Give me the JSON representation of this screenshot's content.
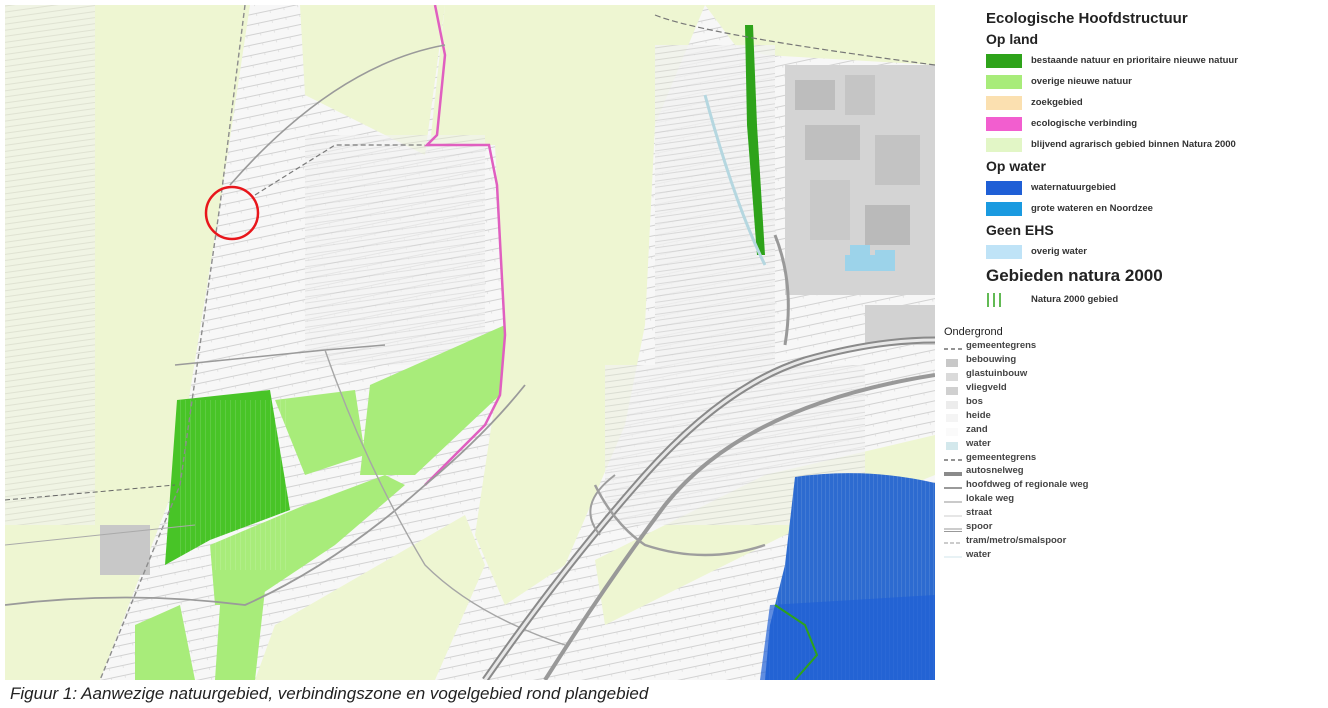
{
  "legend": {
    "title": "Ecologische Hoofdstructuur",
    "sections": [
      {
        "heading": "Op land",
        "items": [
          {
            "label": "bestaande natuur en prioritaire nieuwe natuur",
            "color": "#2ea31a"
          },
          {
            "label": "overige nieuwe natuur",
            "color": "#a8ec7a"
          },
          {
            "label": "zoekgebied",
            "color": "#fbe0b0"
          },
          {
            "label": "ecologische verbinding",
            "color": "#f25ecf"
          },
          {
            "label": "blijvend agrarisch gebied binnen Natura 2000",
            "color": "#e2f6c6"
          }
        ]
      },
      {
        "heading": "Op water",
        "items": [
          {
            "label": "waternatuurgebied",
            "color": "#1f5fd6"
          },
          {
            "label": "grote wateren en Noordzee",
            "color": "#1a9ae0"
          }
        ]
      },
      {
        "heading": "Geen EHS",
        "items": [
          {
            "label": "overig water",
            "color": "#bfe3f7"
          }
        ]
      }
    ],
    "natura_heading": "Gebieden natura 2000",
    "natura_item": {
      "label": "Natura 2000 gebied",
      "color": "#2ea31a"
    },
    "ondergrond_heading": "Ondergrond",
    "ondergrond_items": [
      {
        "label": "gemeentegrens",
        "kind": "dash",
        "color": "#555555"
      },
      {
        "label": "bebouwing",
        "kind": "box",
        "color": "#c8c8c8"
      },
      {
        "label": "glastuinbouw",
        "kind": "box",
        "color": "#dadada"
      },
      {
        "label": "vliegveld",
        "kind": "box",
        "color": "#d0d0d0"
      },
      {
        "label": "bos",
        "kind": "box",
        "color": "#ececec"
      },
      {
        "label": "heide",
        "kind": "box",
        "color": "#f4f4f4"
      },
      {
        "label": "zand",
        "kind": "box",
        "color": "#fafafa"
      },
      {
        "label": "water",
        "kind": "box",
        "color": "#d3e8ec"
      },
      {
        "label": "gemeentegrens",
        "kind": "dash",
        "color": "#555555"
      },
      {
        "label": "autosnelweg",
        "kind": "thick",
        "color": "#8a8a8a"
      },
      {
        "label": "hoofdweg of regionale weg",
        "kind": "medium",
        "color": "#9a9a9a"
      },
      {
        "label": "lokale weg",
        "kind": "thin",
        "color": "#aaaaaa"
      },
      {
        "label": "straat",
        "kind": "hair",
        "color": "#bbbbbb"
      },
      {
        "label": "spoor",
        "kind": "double",
        "color": "#999999"
      },
      {
        "label": "tram/metro/smalspoor",
        "kind": "dashthin",
        "color": "#999999"
      },
      {
        "label": "water",
        "kind": "hair",
        "color": "#c0dce4"
      }
    ]
  },
  "caption": "Figuur 1: Aanwezige natuurgebied, verbindingszone en vogelgebied rond plangebied",
  "map_colors": {
    "agrarisch": "#eef6d2",
    "nieuwe_natuur": "#a8ec7a",
    "bestaande_natuur": "#2ea31a",
    "verbinding": "#e05fc0",
    "waternatuur": "#1f5fd6",
    "water": "#c8e0e6",
    "bebouwing": "#cfcfcf",
    "marker": "#e8161b"
  }
}
